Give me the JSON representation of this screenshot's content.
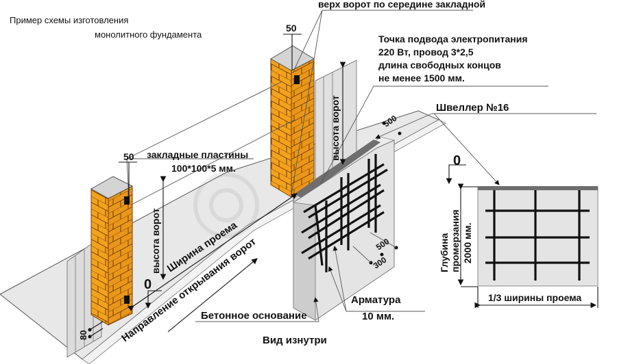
{
  "title": {
    "line1": "Пример схемы изготовления",
    "line2": "монолитного фундамента"
  },
  "labels": {
    "gate_top": "верх ворот по середине закладной",
    "power_point": {
      "line1": "Точка подвода электропитания",
      "line2": "220 Вт, провод 3*2,5",
      "line3": "длина свободных концов",
      "line4": "не менее 1500 мм."
    },
    "channel": "Швеллер №16",
    "plates": {
      "line1": "закладные пластины",
      "line2": "100*100*5 мм."
    },
    "gate_height_left": "высота ворот",
    "gate_height_right": "высота ворот",
    "opening_width": "Ширина проема",
    "opening_direction": "Направление открывания ворот",
    "concrete_base": "Бетонное основание",
    "rebar": {
      "line1": "Арматура",
      "line2": "10 мм."
    },
    "view_inside": "Вид изнутри",
    "zero_left": "0",
    "zero_right": "0",
    "pillar_top_dim_right": "50",
    "pillar_top_dim_left": "50",
    "gap_80": "80",
    "dim_500_top": "500",
    "dim_500_bottom": "500",
    "dim_300": "300"
  },
  "section": {
    "depth_line1": "Глубина",
    "depth_line2": "промерзания",
    "depth_line3": "2000 мм.",
    "width_label": "1/3 ширины проема"
  },
  "colors": {
    "brick": "#f2a21c",
    "brick_dark": "#d98a0a",
    "mortar": "#7a3e00",
    "concrete": "#e6e6e6",
    "concrete_dark": "#cfcfcf",
    "channel": "#6e6e6e",
    "pillar_cap": "#d4d4d4"
  }
}
